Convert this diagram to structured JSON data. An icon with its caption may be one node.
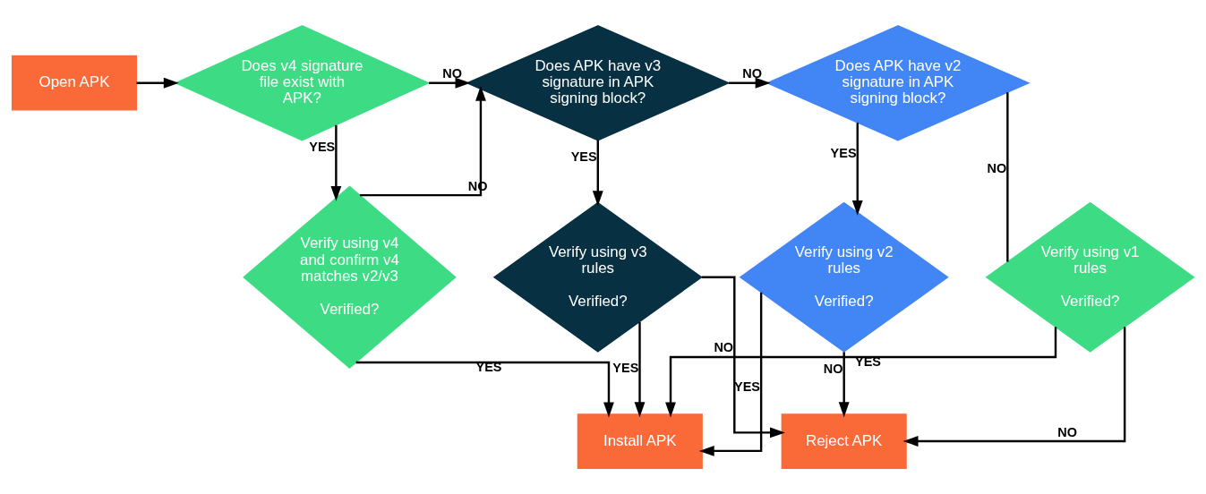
{
  "diagram": {
    "nodes": [
      {
        "text": [
          "Open APK"
        ]
      },
      {
        "text": [
          "Does v4 signature file exist with APK?"
        ]
      },
      {
        "text": [
          "Does APK have v3 signature in APK signing block?"
        ]
      },
      {
        "text": [
          "Does APK have v2 signature in APK signing block?"
        ]
      },
      {
        "text": [
          "Verify using v4 and confirm v4 matches v2/v3",
          "Verified?"
        ]
      },
      {
        "text": [
          "Verify using v3 rules",
          "Verified?"
        ]
      },
      {
        "text": [
          "Verify using v2 rules",
          "Verified?"
        ]
      },
      {
        "text": [
          "Verify using v1 rules",
          "Verified?"
        ]
      },
      {
        "text": [
          "Reject APK"
        ]
      },
      {
        "text": [
          "Install APK"
        ]
      }
    ],
    "edges": [
      {
        "from": 0,
        "to": 1,
        "arrow": "to"
      },
      {
        "from": 1,
        "to": 2,
        "arrow": "to",
        "label": "NO"
      },
      {
        "from": 2,
        "to": 3,
        "arrow": "to",
        "label": "NO"
      },
      {
        "from": 3,
        "to": 7,
        "arrow": "none",
        "label": "NO"
      },
      {
        "from": 1,
        "to": 4,
        "arrow": "to",
        "label": "YES"
      },
      {
        "from": 4,
        "to": 2,
        "arrow": "to",
        "label": "NO"
      },
      {
        "from": 2,
        "to": 5,
        "arrow": "to",
        "label": "YES"
      },
      {
        "from": 3,
        "to": 6,
        "arrow": "to",
        "label": "YES"
      },
      {
        "from": 4,
        "to": 9,
        "arrow": "to",
        "label": "YES"
      },
      {
        "from": 5,
        "to": 9,
        "arrow": "to",
        "label": "YES"
      },
      {
        "from": 5,
        "to": 8,
        "arrow": "to",
        "label": "NO"
      },
      {
        "from": 6,
        "to": 8,
        "arrow": "to",
        "label": "NO"
      },
      {
        "from": 7,
        "to": 8,
        "arrow": "to",
        "label": "NO"
      },
      {
        "from": 6,
        "to": 9,
        "arrow": "to",
        "label": "YES"
      },
      {
        "from": 7,
        "to": 9,
        "arrow": "to",
        "label": "YES"
      }
    ]
  }
}
